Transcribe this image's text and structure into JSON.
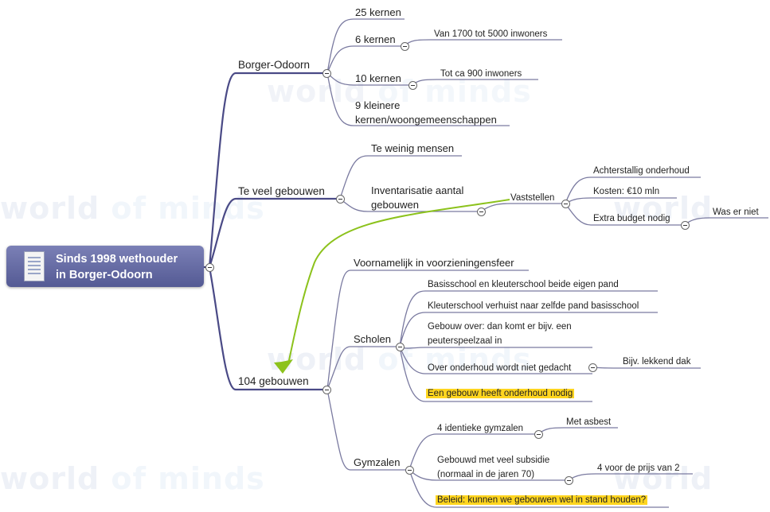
{
  "root": {
    "line1": "Sinds 1998 wethouder",
    "line2": "in Borger-Odoorn"
  },
  "watermark": {
    "a": "world",
    "b": "of minds"
  },
  "branches": {
    "borger": {
      "label": "Borger-Odoorn",
      "k25": "25 kernen",
      "k6": "6 kernen",
      "k6_note": "Van 1700 tot 5000 inwoners",
      "k10": "10 kernen",
      "k10_note": "Tot  ca  900 inwoners",
      "k9_line1": "9 kleinere",
      "k9_line2": "kernen/woongemeenschappen"
    },
    "teveel": {
      "label": "Te veel gebouwen",
      "weinig": "Te weinig mensen",
      "inventarisatie_line1": "Inventarisatie aantal",
      "inventarisatie_line2": "gebouwen",
      "vaststellen": "Vaststellen",
      "achterstallig": "Achterstallig onderhoud",
      "kosten": "Kosten: €10 mln",
      "extra": "Extra budget nodig",
      "was": "Was er niet"
    },
    "gebouwen": {
      "label": "104 gebouwen",
      "voornamelijk": "Voornamelijk in voorzieningensfeer",
      "scholen": "Scholen",
      "s1": "Basisschool en kleuterschool beide eigen pand",
      "s2": "Kleuterschool verhuist naar zelfde pand basisschool",
      "s3_line1": "Gebouw over: dan komt er bijv. een",
      "s3_line2": "peuterspeelzaal in",
      "s4": "Over onderhoud wordt niet gedacht",
      "s4_note": "Bijv. lekkend dak",
      "s5": "Een gebouw heeft onderhoud nodig",
      "gymzalen": "Gymzalen",
      "g1": "4 identieke gymzalen",
      "g1_note": "Met asbest",
      "g2_line1": "Gebouwd met veel subsidie",
      "g2_line2": "(normaal in de jaren 70)",
      "g2_note": "4 voor de prijs van 2",
      "g3": "Beleid: kunnen we gebouwen wel in stand houden?"
    }
  },
  "colors": {
    "branch": "#4a4a86",
    "line": "#7a7aa0",
    "arrow": "#8cc21c",
    "highlight": "#ffd51f"
  }
}
